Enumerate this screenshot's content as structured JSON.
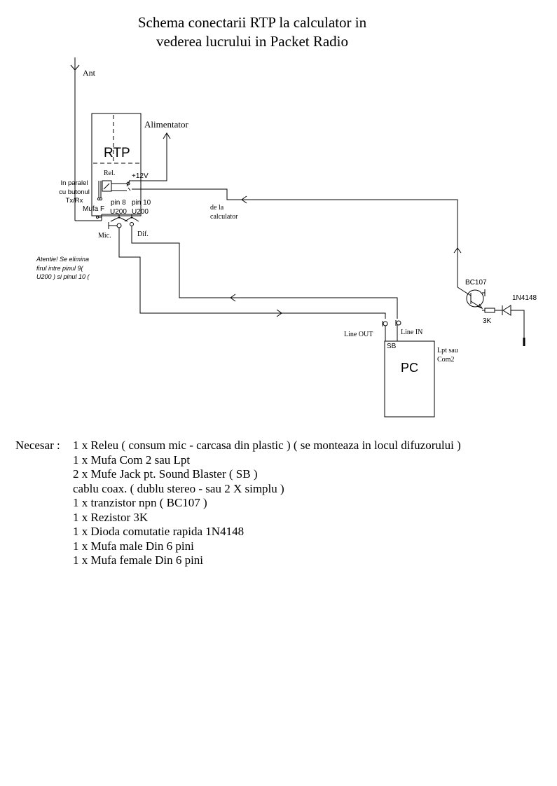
{
  "title": {
    "line1": "Schema conectarii RTP la calculator in",
    "line2": "vederea lucrului in Packet Radio"
  },
  "diagram": {
    "ant": "Ant",
    "alimentator": "Alimentator",
    "rtp": "RTP",
    "rel": "Rel.",
    "v12": "+12V",
    "paralel": [
      "In paralel",
      "cu butonul",
      "Tx/Rx"
    ],
    "mufa_f": "Mufa F",
    "pin8": "pin 8",
    "pin10": "pin 10",
    "u200a": "U200",
    "u200b": "U200",
    "mic": "Mic.",
    "dif": "Dif.",
    "de_la": "de la",
    "calculator": "calculator",
    "atentie": [
      "Atentie! Se elimina",
      "firul intre pinul 9(",
      "U200 ) si pinul 10 ("
    ],
    "bc107": "BC107",
    "diode": "1N4148",
    "r3k": "3K",
    "line_out": "Line OUT",
    "line_in": "Line IN",
    "sb": "SB",
    "pc": "PC",
    "lpt": [
      "Lpt sau",
      "Com2"
    ]
  },
  "list": {
    "heading": "Necesar :",
    "items": [
      "1 x Releu ( consum mic -  carcasa din plastic ) ( se monteaza in locul difuzorului )",
      "1 x Mufa Com 2 sau Lpt",
      "2 x Mufe Jack pt. Sound Blaster ( SB )",
      "cablu coax. ( dublu stereo - sau 2 X simplu )",
      "1 x tranzistor npn ( BC107 )",
      "1 x Rezistor 3K",
      "1 x Dioda comutatie rapida 1N4148",
      "1 x Mufa male Din 6 pini",
      "1 x Mufa female Din 6 pini"
    ]
  }
}
